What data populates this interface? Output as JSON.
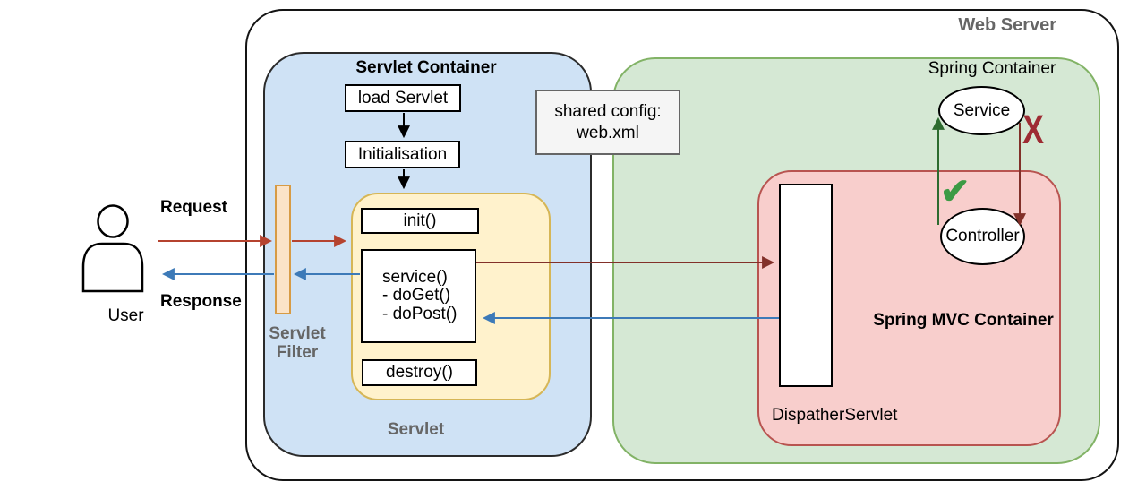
{
  "web_server": {
    "title": "Web Server"
  },
  "user": {
    "label": "User",
    "request": "Request",
    "response": "Response"
  },
  "servlet_filter": {
    "line1": "Servlet",
    "line2": "Filter"
  },
  "servlet_container": {
    "title": "Servlet Container",
    "load_servlet": "load Servlet",
    "initialisation": "Initialisation",
    "servlet_label": "Servlet",
    "init": "init()",
    "service_lines": [
      "service()",
      "- doGet()",
      "- doPost()"
    ],
    "destroy": "destroy()"
  },
  "shared_config": {
    "line1": "shared config:",
    "line2": "web.xml"
  },
  "spring_container": {
    "title": "Spring Container",
    "service": "Service",
    "controller": "Controller",
    "mvc_title": "Spring MVC Container",
    "dispatcher": "DispatherServlet",
    "allowed_mark": "✔",
    "denied_mark": "X"
  },
  "colors": {
    "servlet_container_fill": "#cfe2f5",
    "servlet_fill": "#fff2cc",
    "servlet_border": "#d6b656",
    "filter_fill": "#fbe3c8",
    "filter_border": "#d79b45",
    "spring_fill": "#d5e8d4",
    "spring_border": "#82b366",
    "mvc_fill": "#f8cecc",
    "mvc_border": "#b85450",
    "request_arrow": "#b5432f",
    "response_arrow": "#3d7ab8",
    "forward_arrow": "#823029",
    "allowed_green": "#3c9a44",
    "denied_red": "#9e2b33",
    "label_gray": "#666666"
  }
}
